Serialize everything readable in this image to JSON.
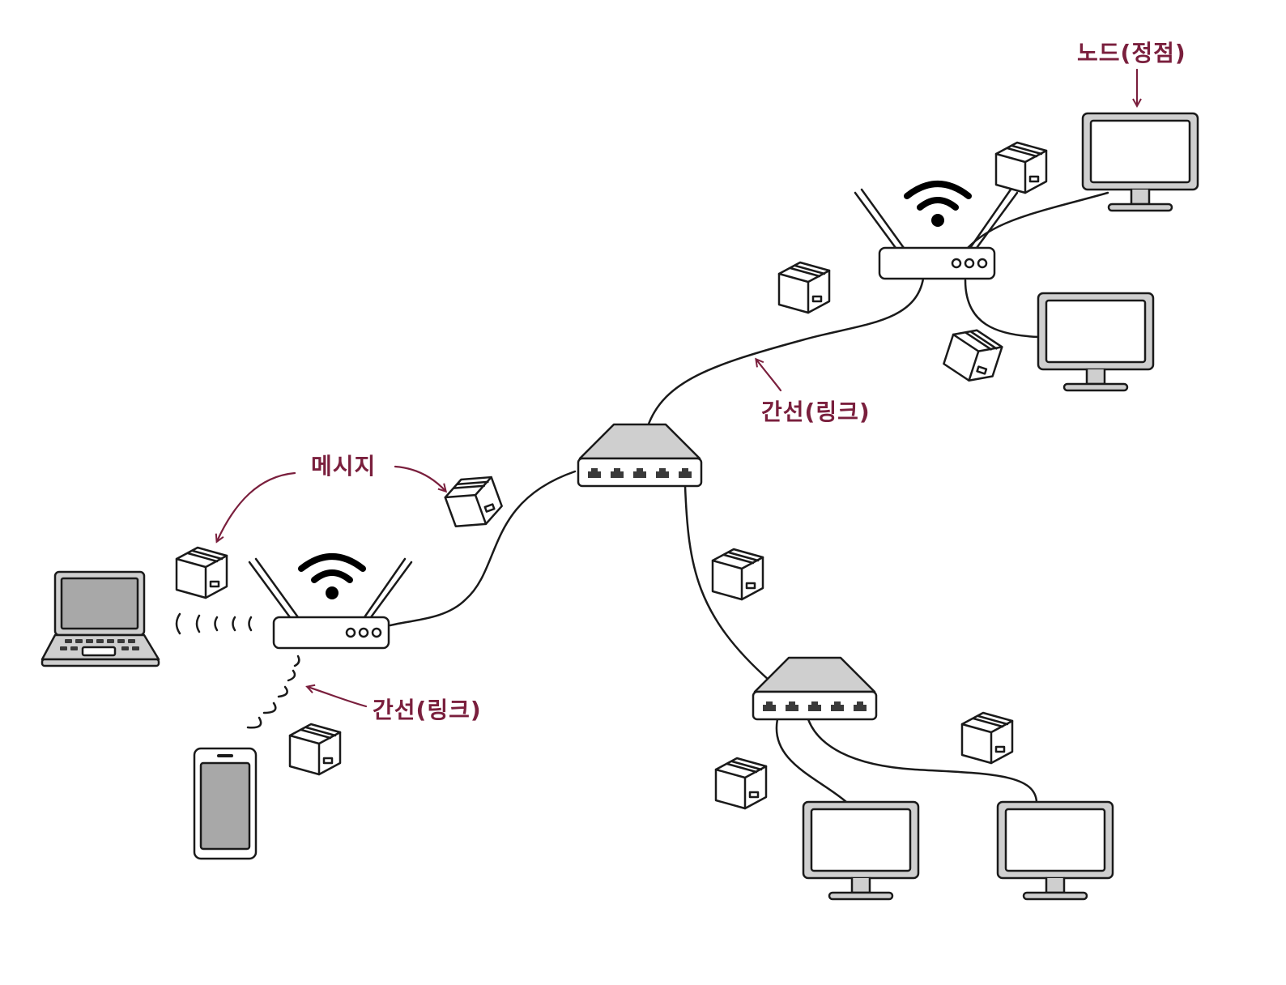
{
  "labels": {
    "node": "노드(정점)",
    "edge_top": "간선(링크)",
    "edge_bottom": "간선(링크)",
    "message": "메시지"
  },
  "colors": {
    "label": "#7a1f3d",
    "ink": "#1a1a1a",
    "device_fill": "#cfcfcf"
  },
  "icons": [
    "monitor-icon",
    "router-icon",
    "switch-icon",
    "laptop-icon",
    "smartphone-icon",
    "package-icon",
    "wifi-icon"
  ]
}
